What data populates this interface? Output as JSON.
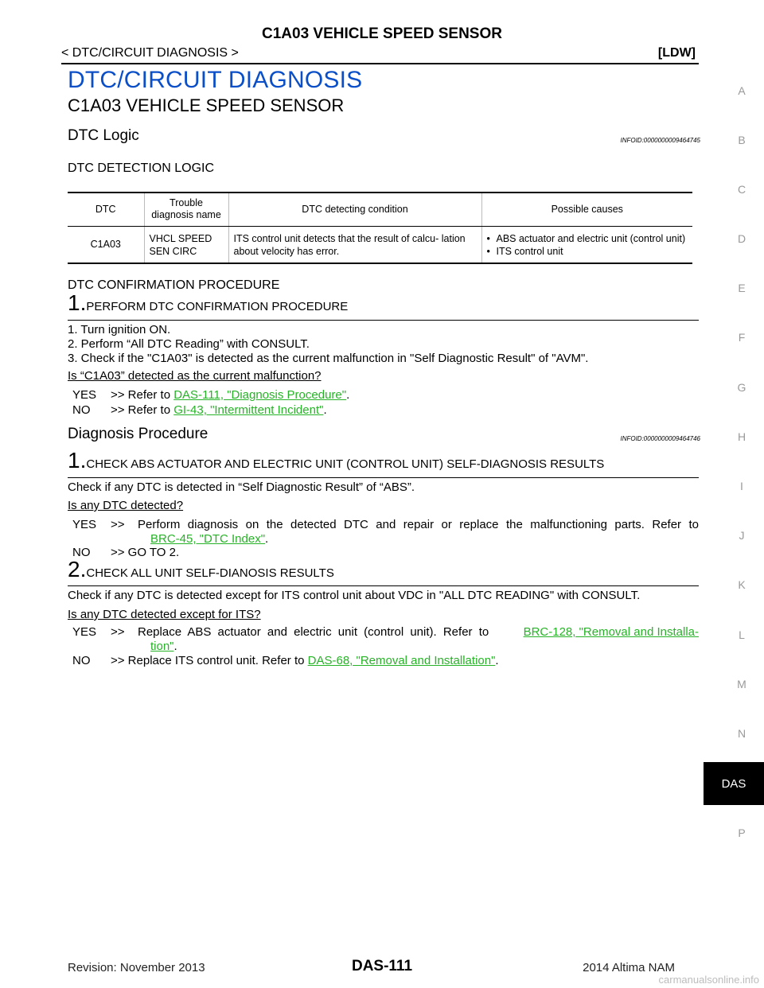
{
  "header": {
    "title": "C1A03 VEHICLE SPEED SENSOR",
    "breadcrumb": "< DTC/CIRCUIT DIAGNOSIS >",
    "tag": "[LDW]"
  },
  "section_title": "DTC/CIRCUIT DIAGNOSIS",
  "topic_title": "C1A03 VEHICLE SPEED SENSOR",
  "dtc_logic": {
    "heading": "DTC Logic",
    "infoid": "INFOID:0000000009464745",
    "detection_heading": "DTC DETECTION LOGIC",
    "table": {
      "headers": [
        "DTC",
        "Trouble diagnosis name",
        "DTC detecting condition",
        "Possible causes"
      ],
      "row": {
        "dtc": "C1A03",
        "name": "VHCL SPEED SEN CIRC",
        "condition": "ITS control unit detects that the result of calcu- lation about velocity has error.",
        "causes": [
          "ABS actuator and electric unit (control unit)",
          "ITS control unit"
        ]
      }
    },
    "confirmation_heading": "DTC CONFIRMATION PROCEDURE",
    "step1": {
      "num": "1.",
      "title": "PERFORM DTC CONFIRMATION PROCEDURE",
      "items": [
        "1. Turn ignition ON.",
        "2. Perform “All DTC Reading” with CONSULT.",
        "3. Check if the \"C1A03\" is detected as the current malfunction in \"Self Diagnostic Result\" of \"AVM\"."
      ],
      "question": "Is “C1A03” detected as the current malfunction?",
      "yes_label": "YES",
      "yes_prefix": ">> Refer to",
      "yes_link": "DAS-111, \"Diagnosis Procedure\"",
      "no_label": "NO",
      "no_prefix": ">> Refer to",
      "no_link": "GI-43, \"Intermittent Incident\"",
      "period": "."
    }
  },
  "diagnosis": {
    "heading": "Diagnosis Procedure",
    "infoid": "INFOID:0000000009464746",
    "step1": {
      "num": "1.",
      "title": "CHECK ABS ACTUATOR AND ELECTRIC UNIT (CONTROL UNIT) SELF-DIAGNOSIS RESULTS",
      "text": "Check if any DTC is detected in “Self Diagnostic Result” of “ABS”.",
      "question": "Is any DTC detected?",
      "yes_label": "YES",
      "yes_arrow": ">>",
      "yes_text": "Perform diagnosis on the detected DTC and repair or replace the malfunctioning parts. Refer to",
      "yes_link": "BRC-45, \"DTC Index\"",
      "no_label": "NO",
      "no_text": ">> GO TO 2."
    },
    "step2": {
      "num": "2.",
      "title": "CHECK ALL UNIT SELF-DIANOSIS RESULTS",
      "text": "Check if any DTC is detected except for ITS control unit about VDC in \"ALL DTC READING\" with CONSULT.",
      "question": "Is any DTC detected except for ITS?",
      "yes_label": "YES",
      "yes_arrow": ">>",
      "yes_text": "Replace ABS actuator and electric unit (control unit). Refer to",
      "yes_link_1": "BRC-128, \"Removal and Installa-",
      "yes_link_2": "tion\"",
      "no_label": "NO",
      "no_prefix": ">> Replace ITS control unit. Refer to",
      "no_link": "DAS-68, \"Removal and Installation\""
    }
  },
  "side_index": [
    "A",
    "B",
    "C",
    "D",
    "E",
    "F",
    "G",
    "H",
    "I",
    "J",
    "K",
    "L",
    "M",
    "N",
    "DAS",
    "P"
  ],
  "footer": {
    "revision": "Revision: November 2013",
    "page": "DAS-111",
    "model": "2014 Altima NAM",
    "watermark": "carmanualsonline.info"
  }
}
